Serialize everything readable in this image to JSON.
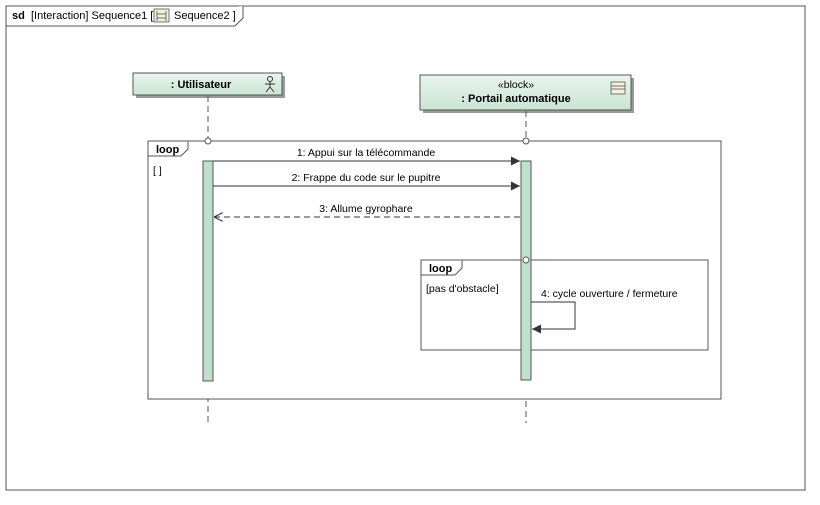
{
  "frame": {
    "keyword": "sd",
    "title_prefix": "[Interaction] Sequence1 [",
    "title_suffix": "Sequence2 ]",
    "icon": "interaction-diagram-icon"
  },
  "lifelines": [
    {
      "id": "utilisateur",
      "name": ": Utilisateur",
      "icon": "actor-icon"
    },
    {
      "id": "portail",
      "stereotype": "«block»",
      "name": ": Portail automatique",
      "icon": "block-icon"
    }
  ],
  "fragments": {
    "outer": {
      "operator": "loop",
      "guard": "[ ]"
    },
    "inner": {
      "operator": "loop",
      "guard": "[pas d'obstacle]"
    }
  },
  "messages": [
    {
      "label": "1:  Appui sur la télécommande",
      "kind": "synchronous"
    },
    {
      "label": "2:  Frappe du code sur le pupitre",
      "kind": "synchronous"
    },
    {
      "label": "3:  Allume gyrophare",
      "kind": "reply"
    },
    {
      "label": "4:  cycle ouverture / fermeture",
      "kind": "self"
    }
  ],
  "colors": {
    "header_fill": "#d5ebdd",
    "activation_fill": "#bfe0cf",
    "border": "#3a3a3a",
    "lifeline": "#555555"
  }
}
